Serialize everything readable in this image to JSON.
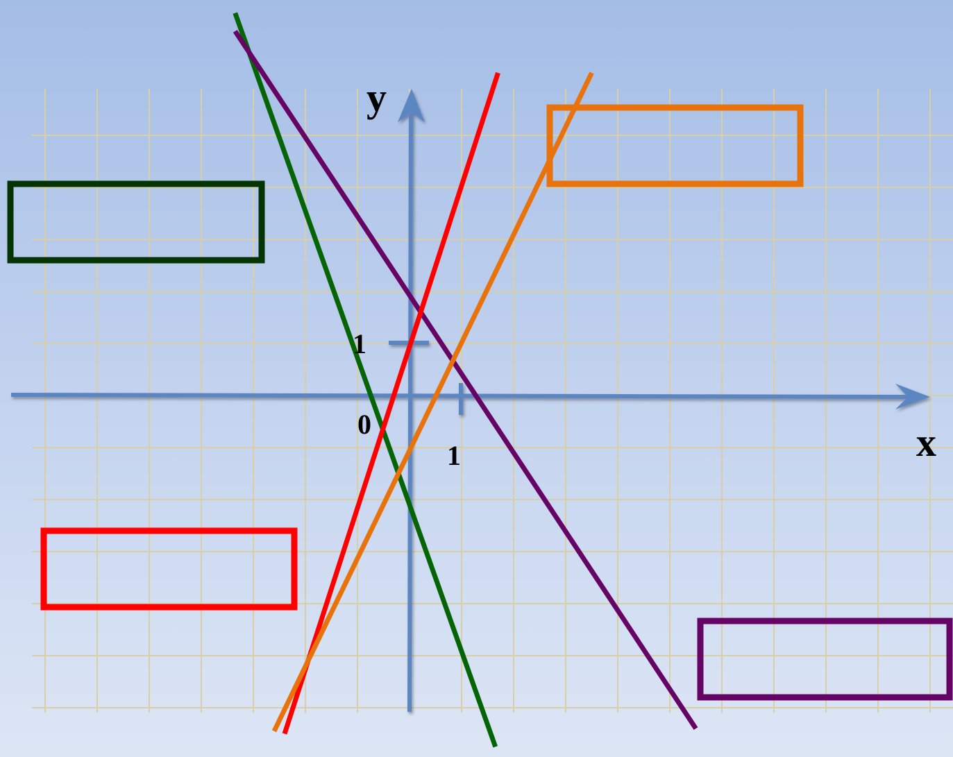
{
  "axes": {
    "x_label": "x",
    "y_label": "y",
    "origin_label": "0",
    "x_unit_label": "1",
    "y_unit_label": "1",
    "axis_color": "#5b86c2",
    "grid_color": "#d8cfa6"
  },
  "graph": {
    "x_range": [
      -7,
      10
    ],
    "y_range": [
      -6,
      5
    ],
    "lines": [
      {
        "id": "dark-green-line",
        "color": "#056405",
        "p1": [
          -3.35,
          7.35
        ],
        "p2": [
          1.65,
          -6.75
        ]
      },
      {
        "id": "purple-line",
        "color": "#650465",
        "p1": [
          -3.35,
          7.0
        ],
        "p2": [
          5.5,
          -6.4
        ]
      },
      {
        "id": "red-line",
        "color": "#ff0000",
        "p1": [
          -2.4,
          -6.5
        ],
        "p2": [
          1.7,
          6.2
        ]
      },
      {
        "id": "orange-line",
        "color": "#e8720c",
        "p1": [
          -2.6,
          -6.45
        ],
        "p2": [
          3.5,
          6.2
        ]
      }
    ]
  },
  "answer_boxes": [
    {
      "id": "answer-box-dark-green",
      "color": "#043304"
    },
    {
      "id": "answer-box-orange",
      "color": "#e8720c"
    },
    {
      "id": "answer-box-red",
      "color": "#ff0000"
    },
    {
      "id": "answer-box-purple",
      "color": "#650465"
    }
  ]
}
